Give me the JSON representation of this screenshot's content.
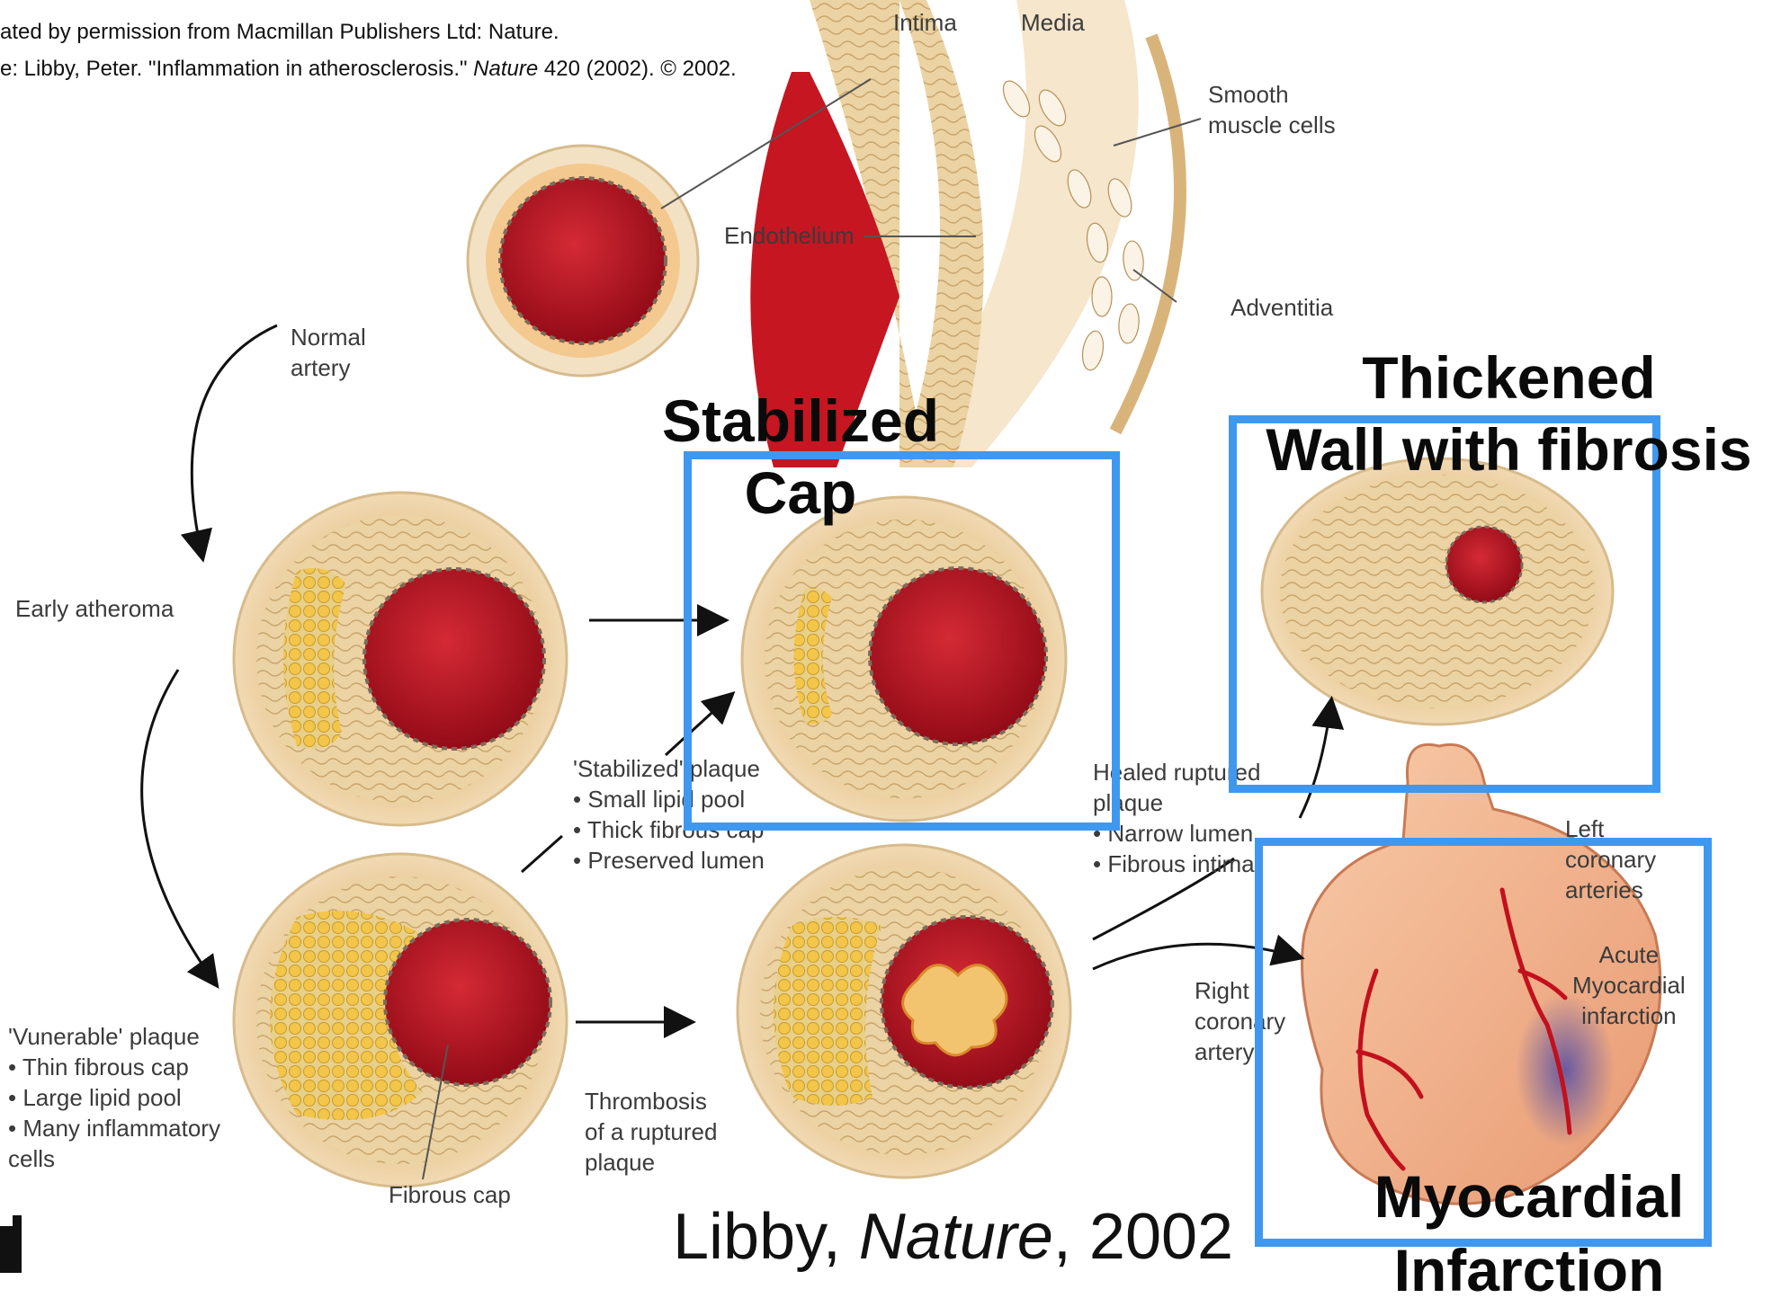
{
  "credits": {
    "line1": "ated by permission from Macmillan Publishers Ltd: Nature.",
    "line2_prefix": "e: Libby, Peter. \"Inflammation in atherosclerosis.\" ",
    "line2_journal": "Nature",
    "line2_suffix": " 420 (2002). © 2002."
  },
  "wall_labels": {
    "intima": "Intima",
    "media": "Media",
    "smooth_muscle": "Smooth\nmuscle cells",
    "endothelium": "Endothelium",
    "adventitia": "Adventitia"
  },
  "stage_labels": {
    "normal_artery": "Normal\nartery",
    "early_atheroma": "Early atheroma",
    "fibrous_cap": "Fibrous cap",
    "thrombosis": "Thrombosis\nof a ruptured\nplaque"
  },
  "stabilized_plaque": {
    "title": "'Stabilized' plaque",
    "items": [
      "Small lipid pool",
      "Thick fibrous cap",
      "Preserved lumen"
    ]
  },
  "vulnerable_plaque": {
    "title": "'Vunerable' plaque",
    "items": [
      "Thin fibrous cap",
      "Large lipid pool",
      "Many inflammatory cells"
    ]
  },
  "healed_plaque": {
    "title": "Healed ruptured plaque",
    "items": [
      "Narrow lumen",
      "Fibrous intima"
    ]
  },
  "heart_labels": {
    "left_coronary": "Left\ncoronary\narteries",
    "acute_mi": "Acute\nMyocardial\ninfarction",
    "right_coronary": "Right\ncoronary\nartery"
  },
  "callouts": {
    "stabilized_cap": "Stabilized\nCap",
    "thickened_wall": "Thickened\nWall with fibrosis",
    "myocardial_infarction": "Myocardial\nInfarction"
  },
  "citation": {
    "author": "Libby, ",
    "journal": "Nature",
    "year": ", 2002"
  },
  "colors": {
    "callout_box": "#3f98f0",
    "lumen": "#b0101e",
    "vessel_wall": "#e9c98f",
    "lipid": "#f0c040",
    "heart": "#f2b08c"
  }
}
